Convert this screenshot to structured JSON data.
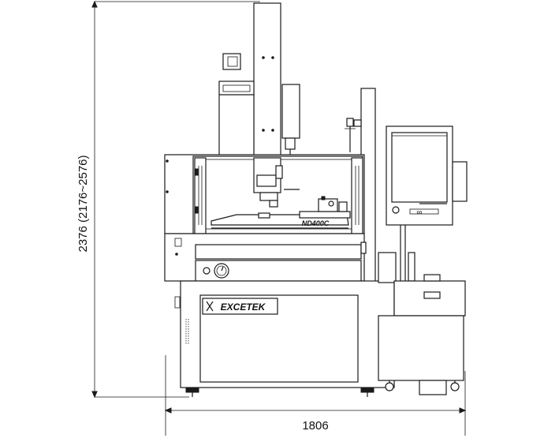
{
  "dimensions": {
    "height_label": "2376 (2176~2576)",
    "width_label": "1806"
  },
  "machine": {
    "brand_logo": "EXCETEK",
    "model_label": "ND400C"
  },
  "colors": {
    "line": "#1a1a1a",
    "background": "#ffffff"
  }
}
